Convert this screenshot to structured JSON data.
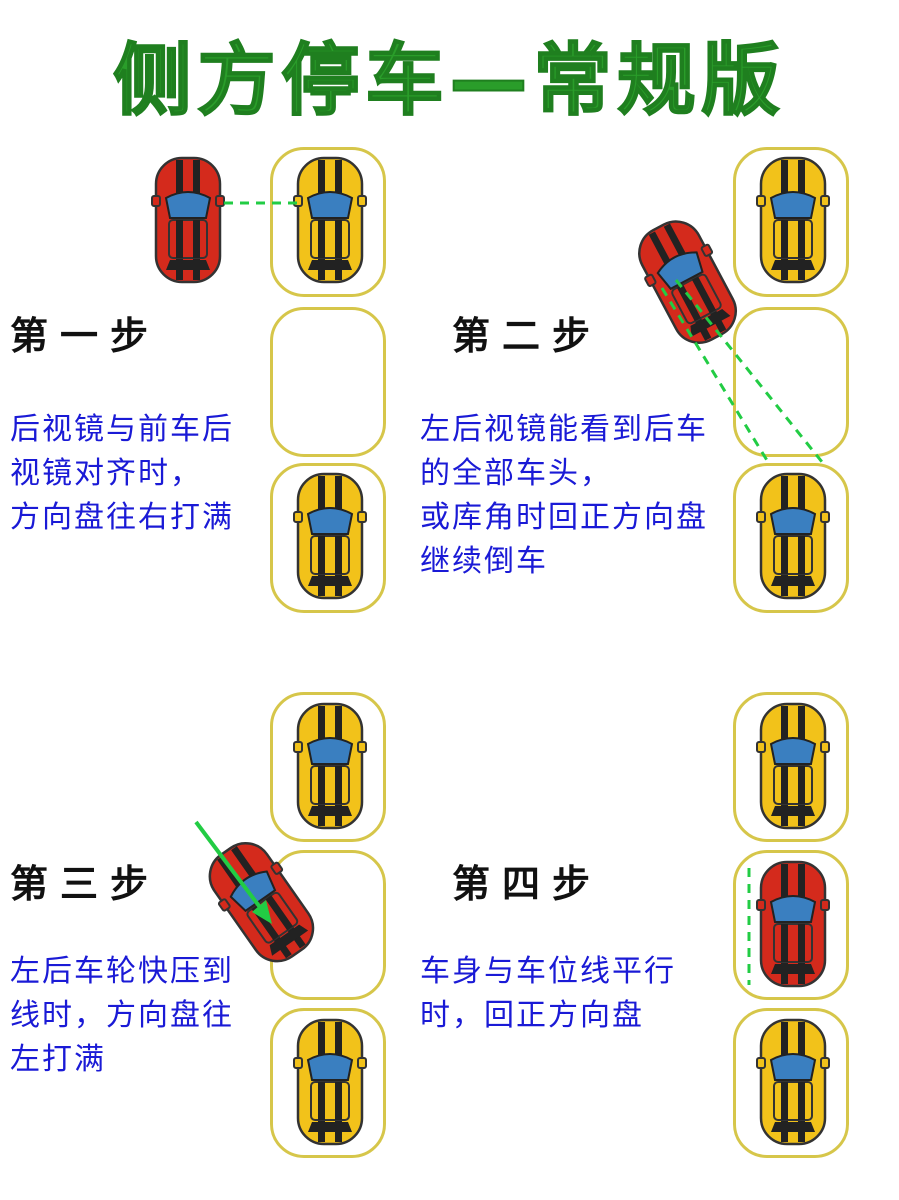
{
  "title": "侧方停车—常规版",
  "colors": {
    "title": "#2a9d2a",
    "desc": "#1a1ad6",
    "slot_border": "#d6c64a",
    "guide": "#22cc44",
    "red_car": "#d42a1c",
    "yellow_car": "#f2c21a"
  },
  "steps": [
    {
      "label": "第一步",
      "lines": [
        "后视镜与前车后",
        "视镜对齐时，",
        "方向盘往右打满"
      ]
    },
    {
      "label": "第二步",
      "lines": [
        "左后视镜能看到后车",
        "的全部车头，",
        "或库角时回正方向盘",
        "继续倒车"
      ]
    },
    {
      "label": "第三步",
      "lines": [
        "左后车轮快压到",
        "线时，方向盘往",
        "左打满"
      ]
    },
    {
      "label": "第四步",
      "lines": [
        "车身与车位线平行",
        "时，回正方向盘"
      ]
    }
  ]
}
